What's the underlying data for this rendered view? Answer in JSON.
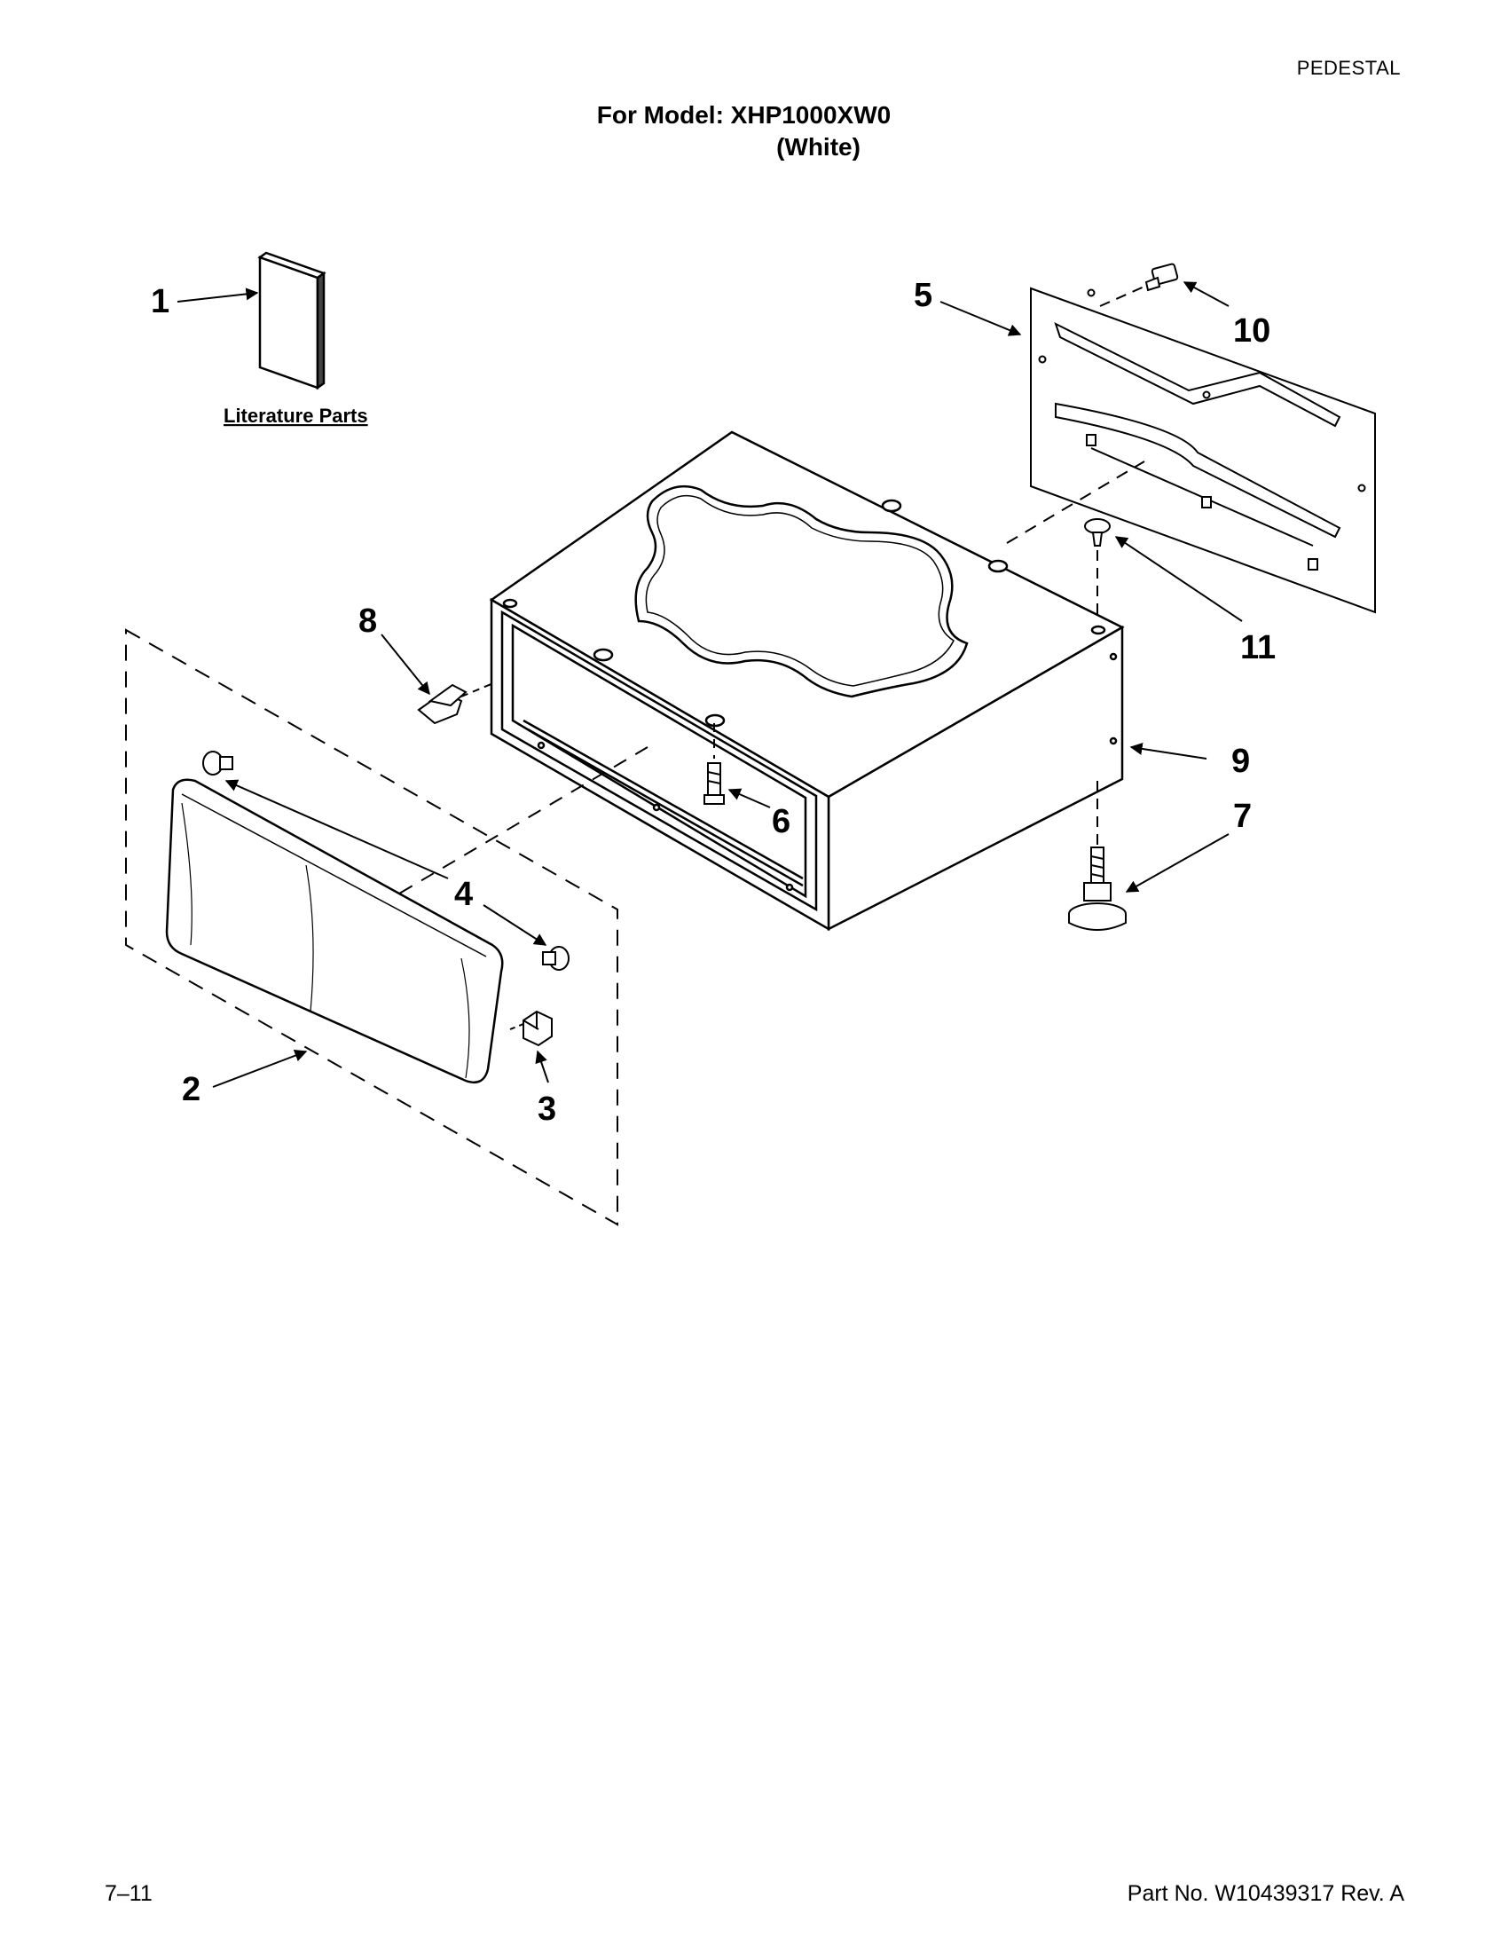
{
  "header": {
    "section": "PEDESTAL",
    "model_line": "For Model: XHP1000XW0",
    "color_line": "(White)"
  },
  "diagram": {
    "literature_label": "Literature Parts",
    "callouts": [
      "1",
      "2",
      "3",
      "4",
      "5",
      "6",
      "7",
      "8",
      "9",
      "10",
      "11"
    ]
  },
  "footer": {
    "page": "7–11",
    "part_number": "Part No. W10439317 Rev. A"
  }
}
